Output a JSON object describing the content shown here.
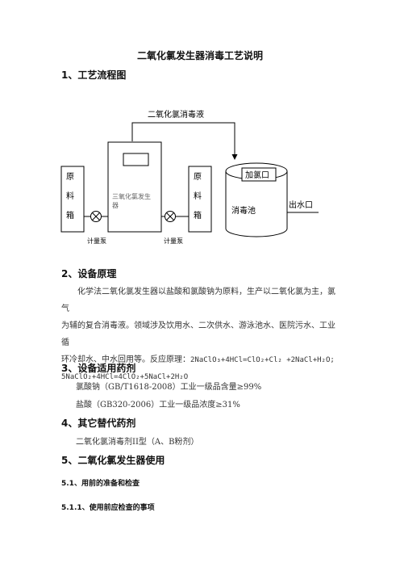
{
  "document": {
    "title": "二氧化氯发生器消毒工艺说明",
    "sections": {
      "s1": "1、工艺流程图",
      "s2": "2、设备原理",
      "s3": "3、设备适用药剂",
      "s4": "4、其它替代药剂",
      "s5": "5、二氧化氯发生器使用",
      "s5_1": "5.1、用前的准备和检查",
      "s5_1_1": "5.1.1、使用前应检查的事项"
    },
    "principle": {
      "line1": "化学法二氧化氯发生器以盐酸和氯酸钠为原料，生产以二氧化氯为主，氯气",
      "line2": "为辅的复合消毒液。领域涉及饮用水、二次供水、游泳池水、医院污水、工业循",
      "line3": "环冷却水、中水回用等。反应原理：",
      "eq1": "2NaClO₃+4HCl=ClO₂+Cl₂ +2NaCl+H₂O;",
      "eq2": "5NaClO₂+4HCl=4ClO₂+5NaCl+2H₂O"
    },
    "chemicals": {
      "line1": "氯酸钠（GB/T1618-2008）工业一级品含量≥99%",
      "line2": "盐酸（GB320-2006）工业一级品浓度≥31%"
    },
    "alternatives": {
      "line1": "二氧化氯消毒剂II型（A、B粉剂）"
    }
  },
  "diagram": {
    "top_label": "二氧化氯消毒液",
    "left_tank": [
      "原",
      "料",
      "箱"
    ],
    "right_tank": [
      "原",
      "料",
      "箱"
    ],
    "generator_label_1": "三氧化氯发生",
    "generator_label_2": "器",
    "pump_left_label": "计量泵",
    "pump_right_label": "计量泵",
    "chlorine_port_label": "加氯口",
    "pool_label": "消毒池",
    "outlet_label": "出水口"
  }
}
